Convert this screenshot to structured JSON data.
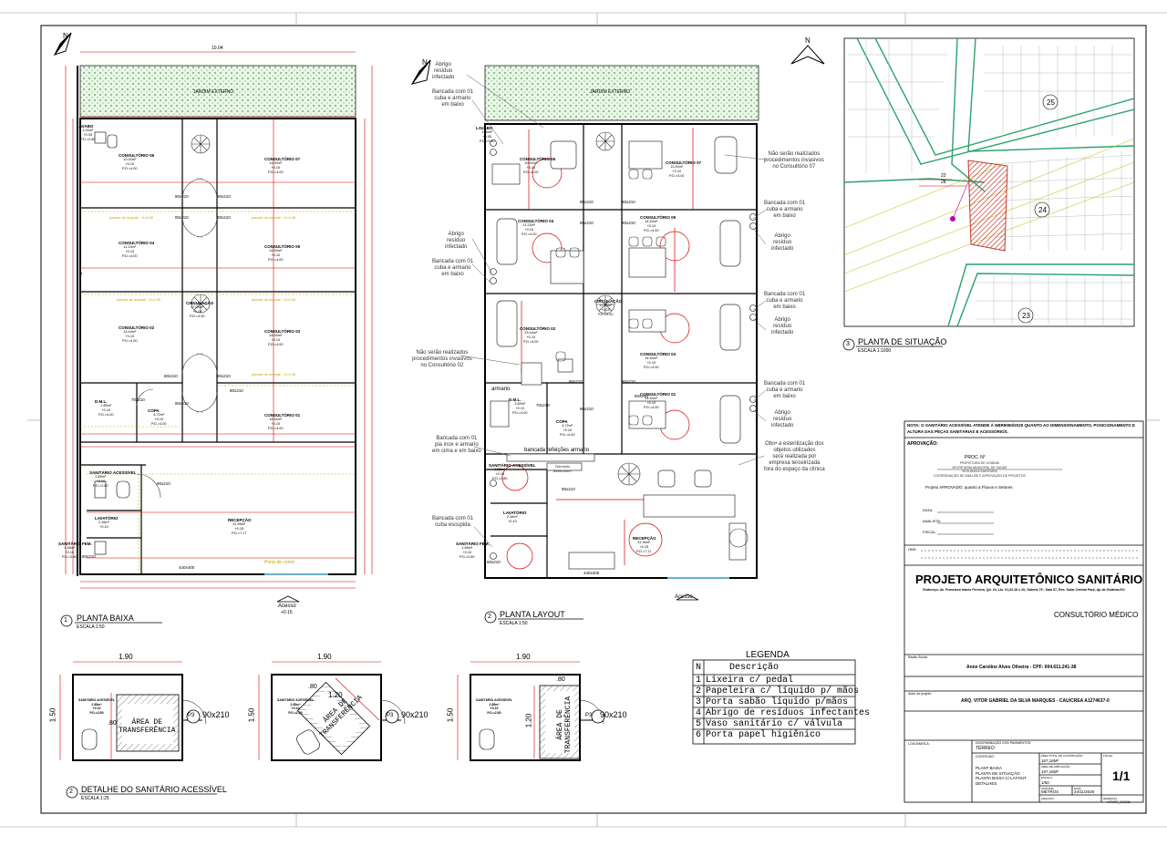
{
  "colors": {
    "wall": "#000000",
    "dim": "#d40000",
    "garden": "#e9f6e6",
    "garden_dot": "#4a9a4a",
    "water": "#a8d8e8",
    "site_road": "#2aa36b",
    "site_lot": "#c0392b",
    "magenta": "#c000a0"
  },
  "north_label": "N",
  "drawings": {
    "planta_baixa": {
      "num": "1",
      "title": "PLANTA BAIXA",
      "scale": "ESCALA 1:50",
      "overall_width": "10.04",
      "jardim": "JARDIM EXTERNO",
      "acesso": "Acesso",
      "acesso_level": "+0.15",
      "porta": "Porta de correr",
      "rooms": [
        {
          "label": "CONSULTÓRIO 06",
          "info": "10.00m²\n+0.10\nP.D.=4.00"
        },
        {
          "label": "CONSULTÓRIO 07",
          "info": "11.00m²\n+0.10\nP.D.=4.00"
        },
        {
          "label": "CONSULTÓRIO 04",
          "info": "11.23m²\n+0.10\nP.D.=4.00"
        },
        {
          "label": "CONSULTÓRIO 05",
          "info": "14.54m²\n+0.10\nP.D.=4.00"
        },
        {
          "label": "CONSULTÓRIO 02",
          "info": "13.44m²\n+0.10\nP.D.=4.00"
        },
        {
          "label": "CONSULTÓRIO 03",
          "info": "14.54m²\n+0.10\nP.D.=4.00"
        },
        {
          "label": "CONSULTÓRIO 01",
          "info": "14.54m²\n+0.10\nP.D.=4.00"
        },
        {
          "label": "RECEPÇÃO",
          "info": "31.96m²\n+0.15\nP.D.=7.17"
        },
        {
          "label": "LAVABO",
          "info": "1.04m²\n+0.05\nP.D.=2.80"
        },
        {
          "label": "D.M.L.",
          "info": "2.89m²\n+0.10\nP.D.=4.00"
        },
        {
          "label": "COPA",
          "info": "4.72m²\n+0.10\nP.D.=4.00"
        },
        {
          "label": "SANITÁRIO ACESSÍVEL",
          "info": "2.85m²\n+0.10\nP.D.=2.80"
        },
        {
          "label": "LAVATÓRIO",
          "info": "2.16m²\n+0.10"
        },
        {
          "label": "SANITÁRIO FEM.",
          "info": "1.56m²\n+0.10\nP.D.=2.80"
        },
        {
          "label": "CIRCULAÇÃO",
          "info": "17.04m²\n+0.10\nP.D.=4.00"
        }
      ],
      "doors": [
        "80x210",
        "80x210",
        "80x210",
        "80x210",
        "80x210",
        "80x210",
        "80x210",
        "70x210",
        "80x210",
        "90x210",
        "60x210",
        "440x400"
      ],
      "drywall": "parede de drywall - H=4,00"
    },
    "planta_layout": {
      "num": "2",
      "title": "PLANTA LAYOUT",
      "scale": "ESCALA 1:50",
      "notes_left": [
        "Abrigo\nresíduo\ninfectado",
        "Bancada com 01\ncuba e armario\nem baixo",
        "Abrigo\nresíduo\ninfectado",
        "Bancada com 01\ncuba e armario\nem baixo",
        "Não serão realizados\nprocedimentos invasivos\nno Consultório 02",
        "Bancada com 01\npia inox e armario\nem cima e em baixo",
        "Bancada com 01\ncuba escupida"
      ],
      "notes_right": [
        "Não serão realizados\nprocedimentos invasivos\nno Consultório 07",
        "Bancada com 01\ncuba e armario\nem baixo",
        "Abrigo\nresíduo\ninfectado",
        "Bancada com 01\ncuba e armario\nem baixo",
        "Abrigo\nresíduo\ninfectado",
        "Bancada com 01\ncuba e armario\nem baixo",
        "Abrigo\nresíduo\ninfectado",
        "Obs• a esterilização dos\nobjetos utilizados\nserá realizada por\nempresa terceirizada\nfora do espaço da clínica"
      ],
      "armario": "armario",
      "bancada_refeicoes": "bancada refeições  armario",
      "televisao": "Televisão\nBebedouro"
    },
    "situacao": {
      "num": "3",
      "title": "PLANTA DE SITUAÇÃO",
      "scale": "ESCALA 1:1000",
      "block_numbers": [
        "25",
        "24",
        "23"
      ],
      "dims": [
        "22",
        "28"
      ]
    },
    "detalhe": {
      "num": "2",
      "title": "DETALHE DO SANITÁRIO ACESSÍVEL",
      "scale": "ESCALA 1:25",
      "width": "1.90",
      "height": "1.50",
      "sub": "1.20",
      "sub2": ".80",
      "area": "ÁREA DE\nTRANSFERÊNCIA",
      "door_tag": "P3",
      "door_size": "90x210",
      "room": "SANITÁRIO ACESSÍVEL\n2.85m²\n+0.10\nP.D.=2.80"
    }
  },
  "legend": {
    "title": "LEGENDA",
    "col_n": "N",
    "col_desc": "Descrição",
    "rows": [
      {
        "n": "1",
        "d": "Lixeira c/ pedal"
      },
      {
        "n": "2",
        "d": "Papeleira c/ líquido p/ mãos"
      },
      {
        "n": "3",
        "d": "Porta sabão líquido p/mãos"
      },
      {
        "n": "4",
        "d": "Abrigo de resíduos infectantes"
      },
      {
        "n": "5",
        "d": "Vaso sanitário c/ válvula"
      },
      {
        "n": "6",
        "d": "Porta papel higiênico"
      }
    ]
  },
  "title_block": {
    "nota": "NOTA: O SANITÁRIO ACESSÍVEL ATENDE À NBR9050/2020 QUANTO AO DIMENSIONAMENTO, POSICIONAMENTO E ALTURA DAS PEÇAS SANITÁRIAS E ACESSÓRIOS.",
    "aprovacao": "APROVAÇÃO:",
    "proc": "PROC. N°",
    "prefeitura": "PREFEITURA DE GOIÂNIA\nSECRETARIA MUNICIPAL DE SAÚDE\nVIGILÂNCIA SANITÁRIA\nCOORDENAÇÃO DE ANÁLISE E APROVAÇÃO DE PROJETOS",
    "aprovado": "Projeto APROVADO, quanto a Fluxos e Setores",
    "data": "DATA:",
    "analista": "ANALISTA:",
    "fiscal": "FISCAL:",
    "obs": "OBS:",
    "project_title": "PROJETO ARQUITETÔNICO SANITÁRIO",
    "endereco": "Endereço: Av. Francisco Inácio Ferreira, Qd. 24, Lts. 01,02-18 e 20, Galeria 75 ; Sala 07, Res. Solar Central Park, Ap de Goiânia-GO",
    "consultorio": "CONSULTÓRIO MÉDICO",
    "razao_label": "Razão Social:",
    "razao": "Anne Caroline Alves Oliveira - CPF: 004.611.241-38",
    "autor_label": "Autor do projeto:",
    "autor": "ARQ. VITOR GABRIEL DA SILVA MARQUES - CAU/CREA A1274637-0",
    "logomarca": "LOGOMARCA:",
    "pavimento_label": "DISCRIMINAÇÃO DOS PAVIMENTOS:",
    "pavimento": "TÉRREO",
    "conteudo_label": "CONTEÚDO:",
    "conteudo": "PLANT BAIXA\nPLANTA DE SITUAÇÃO\nPLANTA BAIXA C/ LAYOUT\nDETALHES",
    "area_total_label": "ÁREA TOTAL DE CONSTRUÇÃO:",
    "area_total": "167,16M²",
    "area_ampl_label": "ÁREA DE AMPLIAÇÃO:",
    "area_ampl": "167,16M²",
    "escala_label": "ESCALA:",
    "escala": "1/50",
    "unidade_label": "UNIDADE:",
    "unidade": "METROS",
    "data_label": "DATA:",
    "data_val": "24/11/2025",
    "arquivo_label": "ARQUIVO:",
    "desenho_label": "DESENHO:",
    "desenho": "VITOR_GASIL",
    "folha_label": "FOLHA:",
    "folha": "1/1"
  }
}
